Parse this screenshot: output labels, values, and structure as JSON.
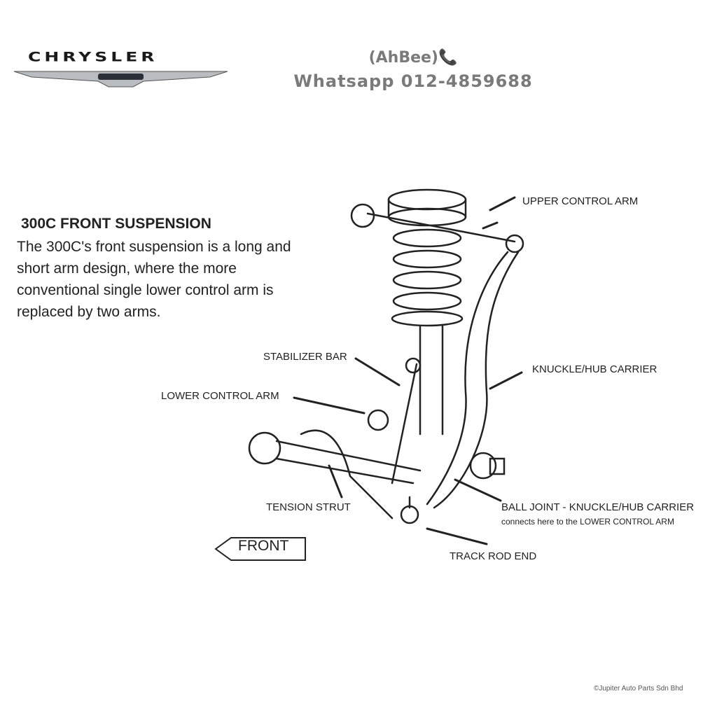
{
  "brand": {
    "logo_text": "CHRYSLER",
    "badge_text": "CHRYSLER"
  },
  "contact": {
    "name": "(AhBee)",
    "phone_icon": "phone-icon",
    "whatsapp": "Whatsapp 012-4859688"
  },
  "diagram": {
    "title": "300C FRONT SUSPENSION",
    "description": "The 300C's front suspension is a long and short arm design, where the more conventional single lower control arm is replaced by two arms.",
    "labels": {
      "upper_control_arm": "UPPER CONTROL ARM",
      "stabilizer_bar": "STABILIZER BAR",
      "knuckle": "KNUCKLE/HUB CARRIER",
      "lower_control_arm": "LOWER CONTROL ARM",
      "tension_strut": "TENSION STRUT",
      "ball_joint": "BALL JOINT - KNUCKLE/HUB CARRIER",
      "ball_joint_sub": "connects here to the LOWER CONTROL ARM",
      "track_rod_end": "TRACK ROD END",
      "front": "FRONT"
    }
  },
  "footer": {
    "copyright": "©Jupiter Auto Parts Sdn Bhd"
  }
}
